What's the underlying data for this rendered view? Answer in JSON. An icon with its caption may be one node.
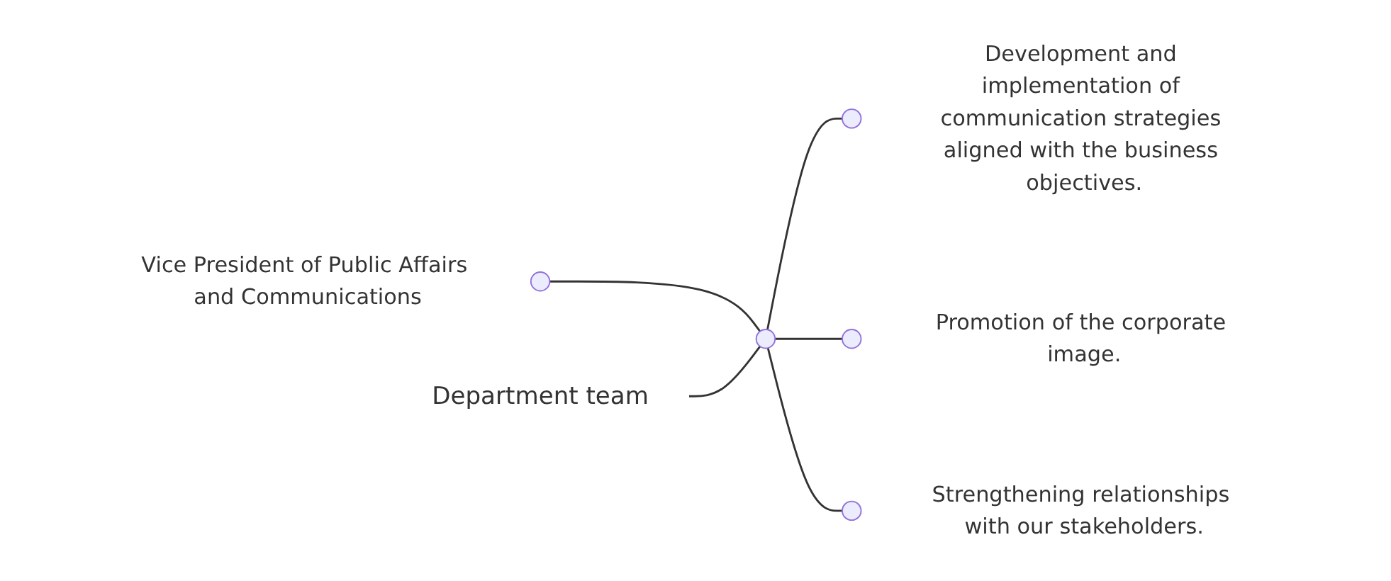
{
  "diagram": {
    "nodes": [
      {
        "text": [],
        "shape": "circle",
        "beside": [
          "Vice President of Public Affairs and Communications"
        ]
      },
      {
        "text": [
          "Department team"
        ]
      },
      {
        "text": [],
        "shape": "circle"
      },
      {
        "text": [],
        "shape": "circle",
        "beside": [
          "Development and implementation of communication strategies aligned with the business objectives."
        ]
      },
      {
        "text": [],
        "shape": "circle",
        "beside": [
          "Promotion of the corporate image."
        ]
      },
      {
        "text": [],
        "shape": "circle",
        "beside": [
          "Strengthening relationships with our stakeholders."
        ]
      }
    ],
    "edges": [
      {
        "from": 0,
        "to": 2,
        "arrow": "none"
      },
      {
        "from": 1,
        "to": 2,
        "arrow": "none"
      },
      {
        "from": 2,
        "to": 3,
        "arrow": "none"
      },
      {
        "from": 2,
        "to": 4,
        "arrow": "none"
      },
      {
        "from": 2,
        "to": 5,
        "arrow": "none"
      }
    ]
  }
}
